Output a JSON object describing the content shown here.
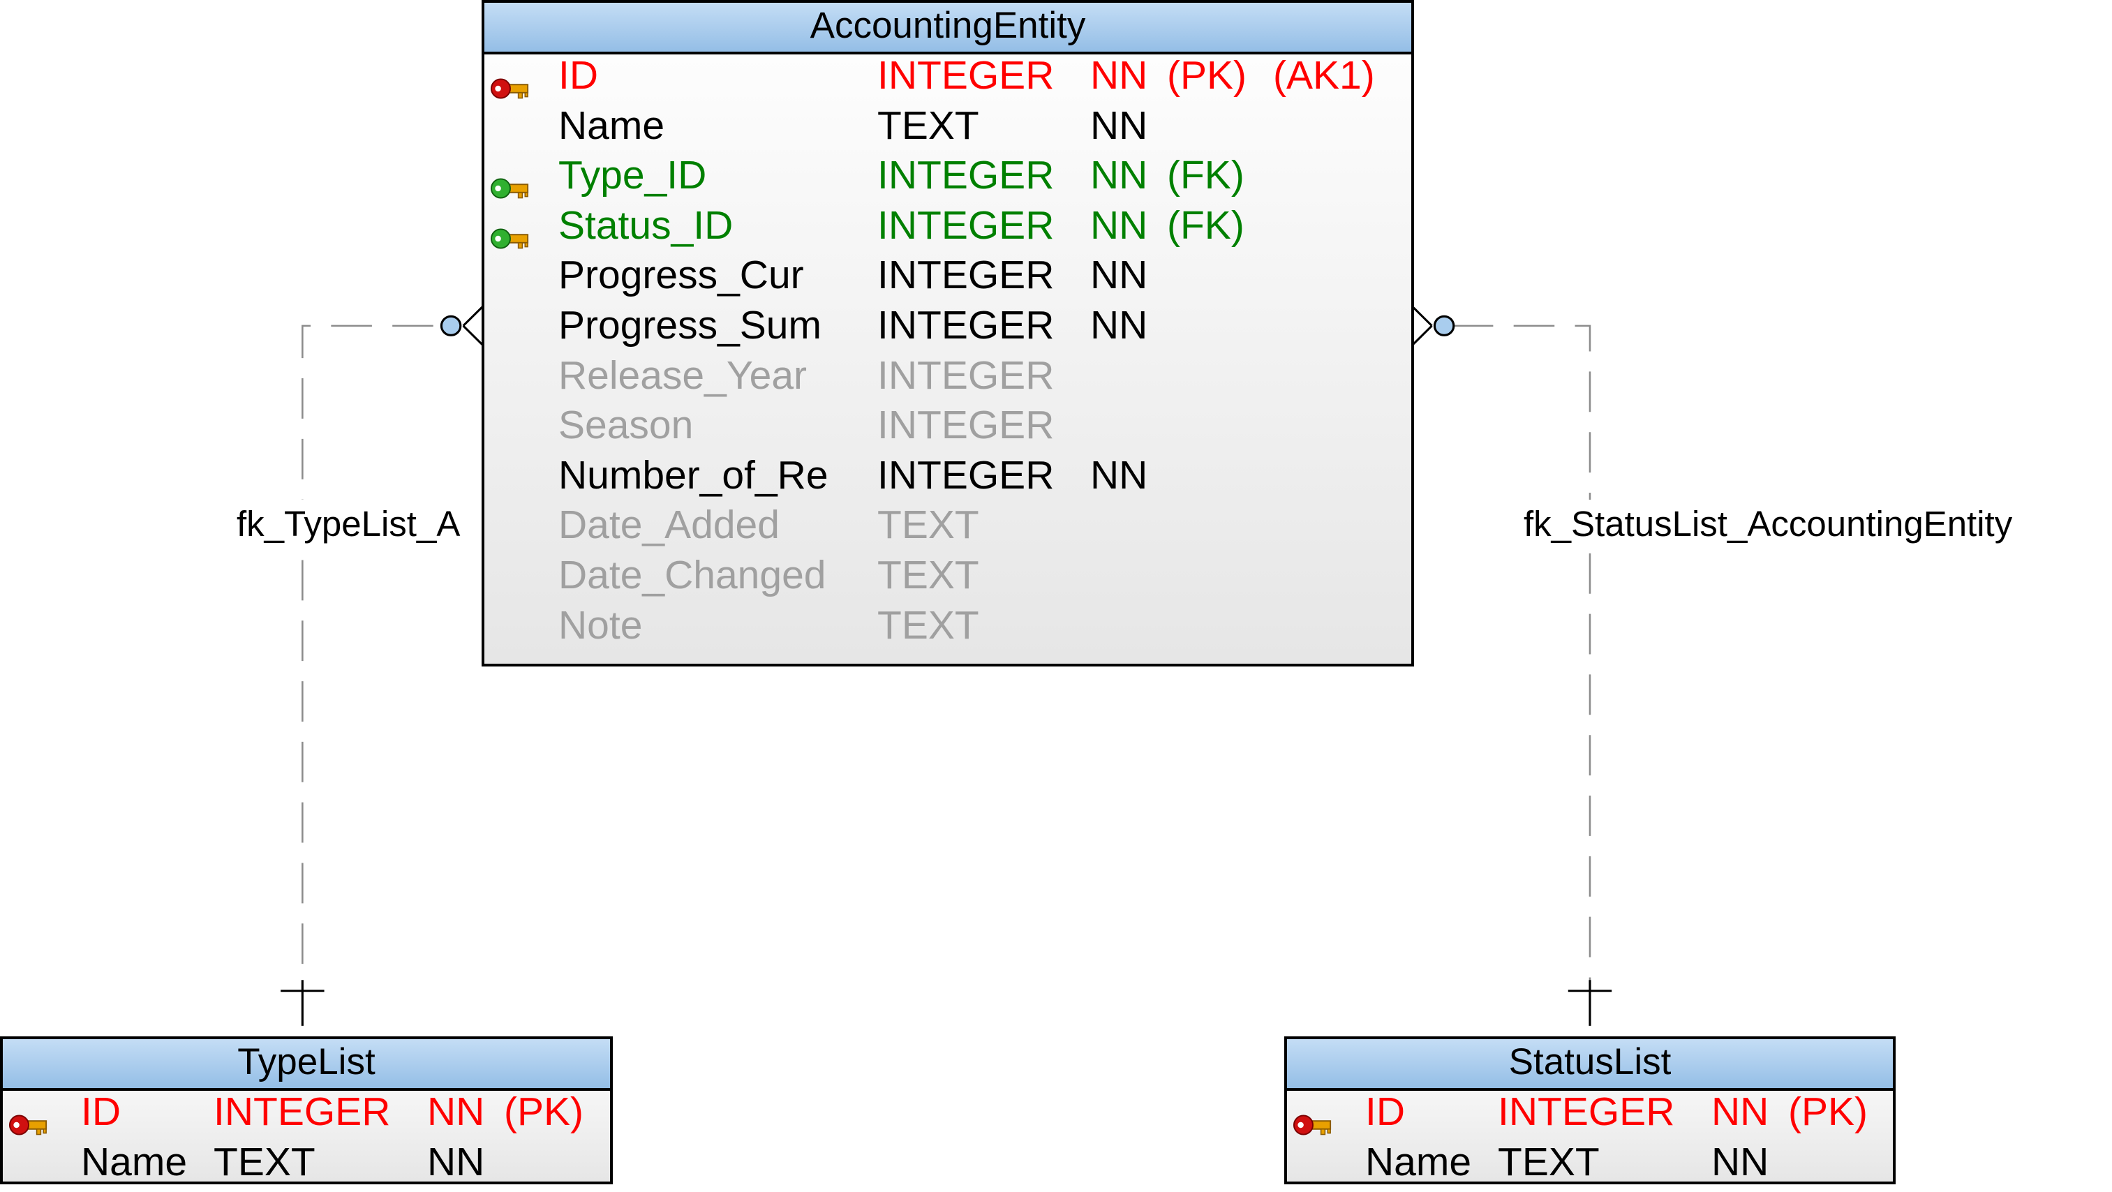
{
  "tables": {
    "accounting": {
      "name": "AccountingEntity",
      "columns": [
        {
          "name": "ID",
          "type": "INTEGER",
          "nullability": "NN",
          "keys": [
            "(PK)",
            "(AK1)"
          ],
          "role": "pk",
          "icon": "primary-key-icon"
        },
        {
          "name": "Name",
          "type": "TEXT",
          "nullability": "NN",
          "keys": [],
          "role": "nn"
        },
        {
          "name": "Type_ID",
          "type": "INTEGER",
          "nullability": "NN",
          "keys": [
            "(FK)"
          ],
          "role": "fk",
          "icon": "foreign-key-icon"
        },
        {
          "name": "Status_ID",
          "type": "INTEGER",
          "nullability": "NN",
          "keys": [
            "(FK)"
          ],
          "role": "fk",
          "icon": "foreign-key-icon"
        },
        {
          "name": "Progress_Cur",
          "type": "INTEGER",
          "nullability": "NN",
          "keys": [],
          "role": "nn"
        },
        {
          "name": "Progress_Sum",
          "type": "INTEGER",
          "nullability": "NN",
          "keys": [],
          "role": "nn"
        },
        {
          "name": "Release_Year",
          "type": "INTEGER",
          "nullability": "",
          "keys": [],
          "role": "opt"
        },
        {
          "name": "Season",
          "type": "INTEGER",
          "nullability": "",
          "keys": [],
          "role": "opt"
        },
        {
          "name": "Number_of_Re",
          "type": "INTEGER",
          "nullability": "NN",
          "keys": [],
          "role": "nn"
        },
        {
          "name": "Date_Added",
          "type": "TEXT",
          "nullability": "",
          "keys": [],
          "role": "opt"
        },
        {
          "name": "Date_Changed",
          "type": "TEXT",
          "nullability": "",
          "keys": [],
          "role": "opt"
        },
        {
          "name": "Note",
          "type": "TEXT",
          "nullability": "",
          "keys": [],
          "role": "opt"
        }
      ]
    },
    "type_list": {
      "name": "TypeList",
      "columns": [
        {
          "name": "ID",
          "type": "INTEGER",
          "nullability": "NN",
          "keys": [
            "(PK)"
          ],
          "role": "pk",
          "icon": "primary-key-icon"
        },
        {
          "name": "Name",
          "type": "TEXT",
          "nullability": "NN",
          "keys": [],
          "role": "nn"
        }
      ]
    },
    "status_list": {
      "name": "StatusList",
      "columns": [
        {
          "name": "ID",
          "type": "INTEGER",
          "nullability": "NN",
          "keys": [
            "(PK)"
          ],
          "role": "pk",
          "icon": "primary-key-icon"
        },
        {
          "name": "Name",
          "type": "TEXT",
          "nullability": "NN",
          "keys": [],
          "role": "nn"
        }
      ]
    }
  },
  "relationships": {
    "type": {
      "label": "fk_TypeList_A",
      "from": "TypeList",
      "to": "AccountingEntity"
    },
    "status": {
      "label": "fk_StatusList_AccountingEntity",
      "from": "StatusList",
      "to": "AccountingEntity"
    }
  },
  "colors": {
    "header": "#a9cdee",
    "primary_key": "#ff0000",
    "foreign_key": "#008000",
    "required": "#000000",
    "optional": "#a0a0a0",
    "relationship_line": "#8c8c8c",
    "connector": "#a9cdee"
  }
}
